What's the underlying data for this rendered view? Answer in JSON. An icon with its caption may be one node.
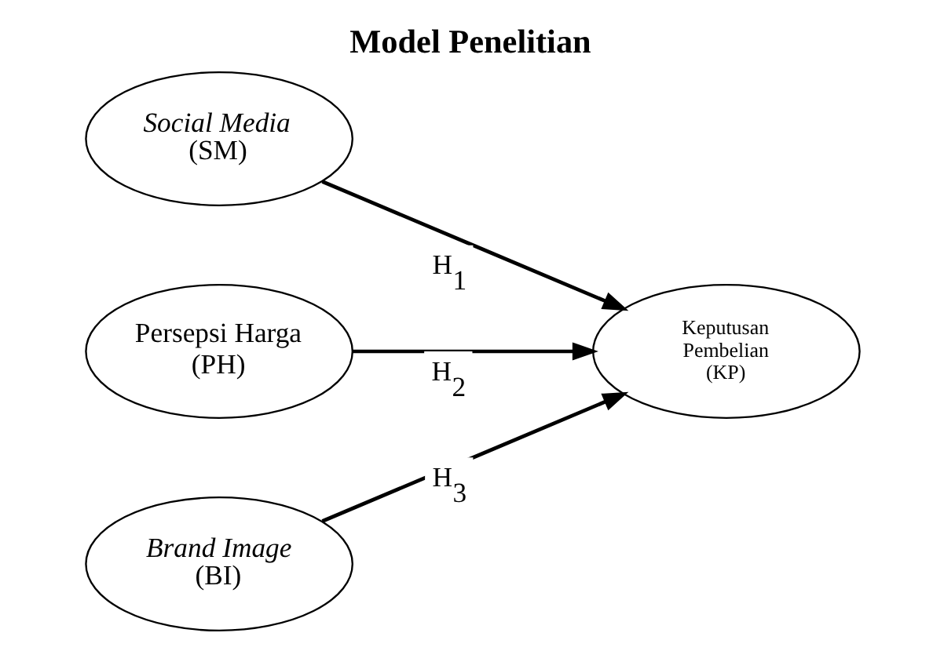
{
  "diagram": {
    "title": "Model Penelitian",
    "nodes": [
      {
        "text": [
          "*Social Media* (SM)"
        ]
      },
      {
        "text": [
          "Persepsi Harga (PH)"
        ]
      },
      {
        "text": [
          "*Brand Image* (BI)"
        ]
      },
      {
        "text": [
          "Keputusan Pembelian (KP)"
        ]
      }
    ],
    "edges": [
      {
        "from": 0,
        "to": 3,
        "arrow": "to",
        "label": "H$_{1}$"
      },
      {
        "from": 1,
        "to": 3,
        "arrow": "to",
        "label": "H$_{2}$"
      },
      {
        "from": 2,
        "to": 3,
        "arrow": "to",
        "label": "H$_{3}$"
      }
    ]
  }
}
